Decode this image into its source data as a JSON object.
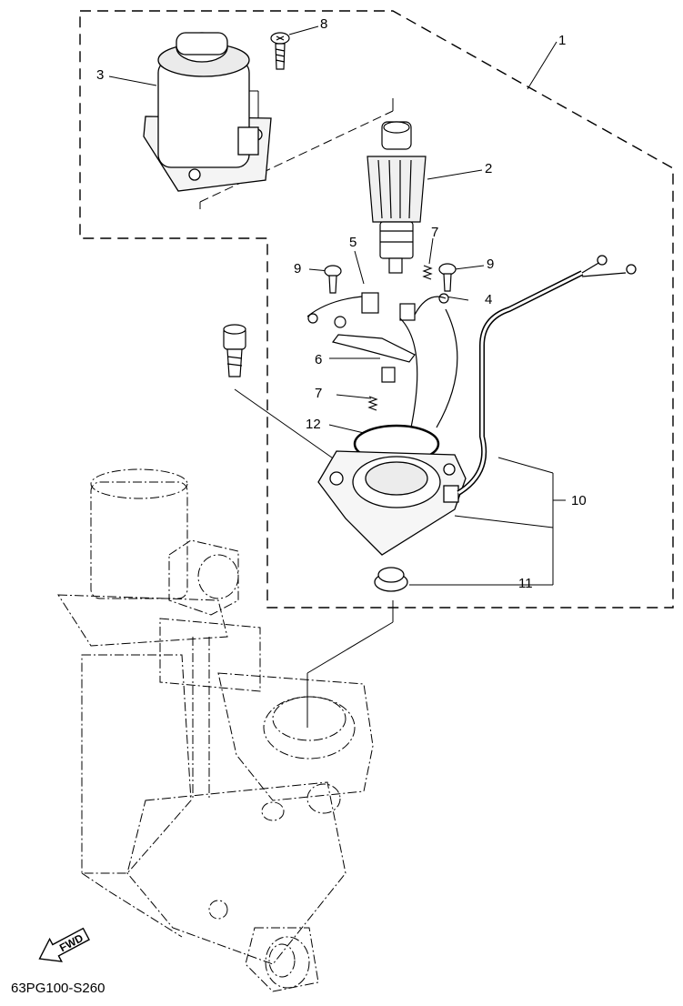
{
  "callouts": {
    "c1": "1",
    "c2": "2",
    "c3": "3",
    "c4": "4",
    "c5": "5",
    "c6": "6",
    "c7a": "7",
    "c7b": "7",
    "c8": "8",
    "c9a": "9",
    "c9b": "9",
    "c10": "10",
    "c11": "11",
    "c12": "12"
  },
  "fwd_label": "FWD",
  "diagram_code": "63PG100-S260"
}
